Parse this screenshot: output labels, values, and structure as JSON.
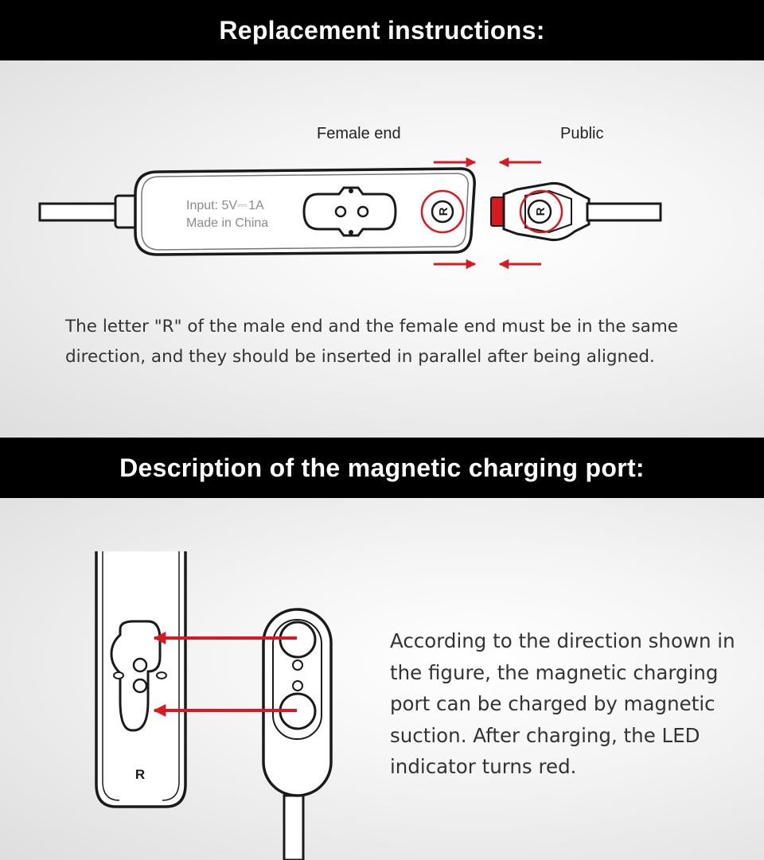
{
  "section1": {
    "title": "Replacement instructions:",
    "female_label": "Female end",
    "public_label": "Public",
    "device_text_line1": "Input: 5V⎓ 1A",
    "device_text_line2": "Made in China",
    "r_mark": "R",
    "description": "The letter \"R\" of the male end and the female end must be in the same direction, and they should be inserted in parallel after being aligned.",
    "colors": {
      "arrow": "#d71920",
      "outline": "#1a1a1a"
    },
    "icons": [
      "arrow-right-icon",
      "arrow-left-icon"
    ]
  },
  "section2": {
    "title": "Description of the magnetic charging port:",
    "r_mark": "R",
    "description": "According to the direction shown in the figure, the magnetic charging port can be charged by magnetic suction. After charging, the LED indicator turns red.",
    "colors": {
      "arrow": "#d71920"
    },
    "icons": [
      "arrow-left-icon"
    ]
  }
}
